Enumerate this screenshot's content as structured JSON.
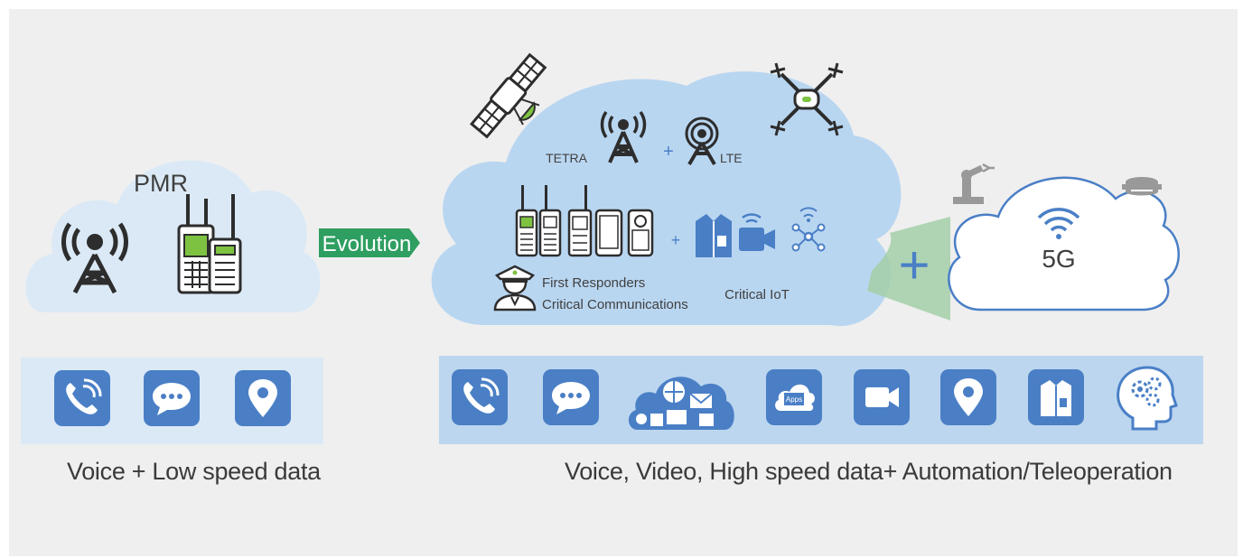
{
  "diagram": {
    "left_cloud": {
      "label": "PMR"
    },
    "evolution_label": "Evolution",
    "center_cloud": {
      "tetra_label": "TETRA",
      "plus_1": "+",
      "lte_label": "LTE",
      "plus_2": "+",
      "first_responders": "First Responders",
      "critical_comms": "Critical Communications",
      "critical_iot": "Critical IoT"
    },
    "right_cloud": {
      "label": "5G"
    },
    "big_plus": "+"
  },
  "captions": {
    "left": "Voice + Low speed data",
    "right": "Voice, Video, High speed data+ Automation/Teleoperation"
  },
  "left_strip_icons": [
    "phone-wave-icon",
    "chat-bubble-icon",
    "location-pin-icon"
  ],
  "right_strip_icons": [
    "phone-wave-icon",
    "chat-bubble-icon",
    "multimedia-cloud-icon",
    "apps-cloud-icon",
    "video-camera-icon",
    "location-pin-icon",
    "uniform-vest-icon",
    "head-gears-icon"
  ],
  "colors": {
    "icon_blue": "#4a7fc6",
    "strip_blue": "#bcd6ef",
    "cloud_fill_left": "#dbe9f6",
    "cloud_fill_center": "#b9d6f1",
    "green_arrow": "#2e9e61",
    "accent_green": "#7ec242"
  }
}
